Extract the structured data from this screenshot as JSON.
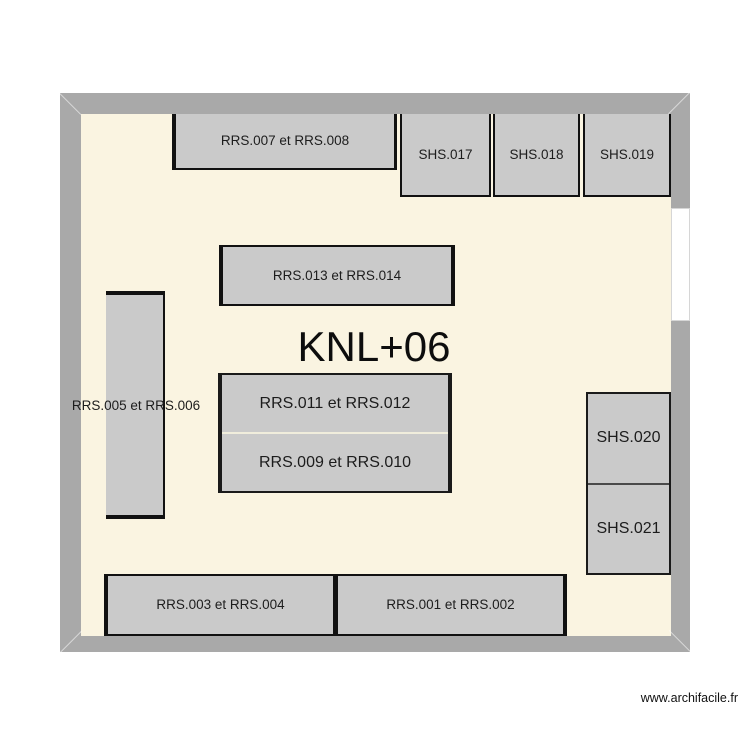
{
  "page": {
    "watermark": "www.archifacile.fr"
  },
  "plan": {
    "room_label": "KNL+06",
    "furniture": {
      "rrs_007_008": {
        "label": "RRS.007 et RRS.008"
      },
      "shs_017": {
        "label": "SHS.017"
      },
      "shs_018": {
        "label": "SHS.018"
      },
      "shs_019": {
        "label": "SHS.019"
      },
      "rrs_013_014": {
        "label": "RRS.013 et RRS.014"
      },
      "rrs_011_012": {
        "label": "RRS.011 et RRS.012"
      },
      "rrs_009_010": {
        "label": "RRS.009 et RRS.010"
      },
      "rrs_005_006": {
        "label": "RRS.005 et RRS.006"
      },
      "shs_020": {
        "label": "SHS.020"
      },
      "shs_021": {
        "label": "SHS.021"
      },
      "rrs_003_004": {
        "label": "RRS.003 et RRS.004"
      },
      "rrs_001_002": {
        "label": "RRS.001 et RRS.002"
      }
    },
    "colors": {
      "wall": "#a9a9a9",
      "floor": "#faf4e1",
      "furniture_fill": "#cacaca",
      "furniture_border": "#111111",
      "opening": "#ffffff"
    }
  }
}
